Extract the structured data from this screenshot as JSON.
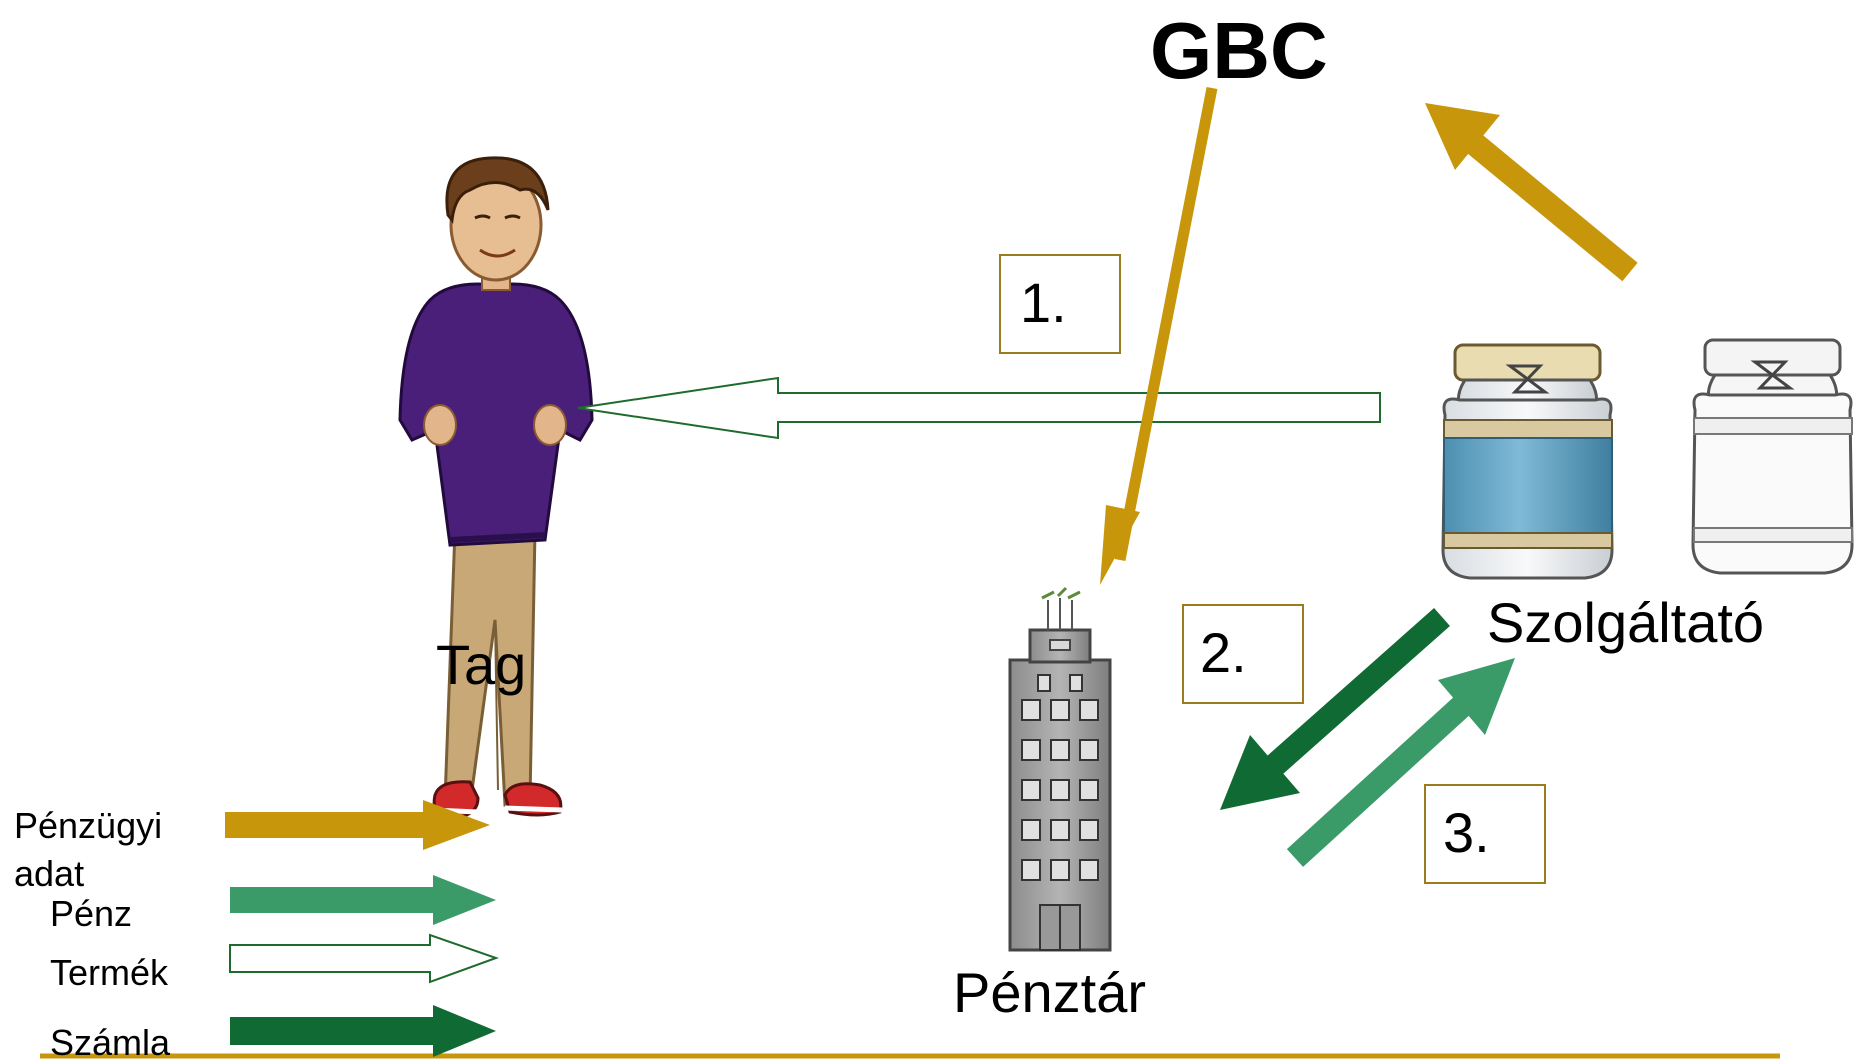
{
  "title": "GBC",
  "nodes": {
    "member": "Tag",
    "cashier": "Pénztár",
    "provider": "Szolgáltató"
  },
  "steps": [
    "1.",
    "2.",
    "3."
  ],
  "legend": [
    {
      "label": "Pénzügyi adat",
      "color": "#C8960A",
      "style": "filled"
    },
    {
      "label": "Pénz",
      "color": "#3A9A68",
      "style": "filled"
    },
    {
      "label": "Termék",
      "color": "#1E6B2E",
      "style": "outline"
    },
    {
      "label": "Számla",
      "color": "#0F6A33",
      "style": "filled"
    }
  ],
  "colors": {
    "financial_data": "#C8960A",
    "money": "#3A9A68",
    "product": "#1E6B2E",
    "invoice": "#0F6A33",
    "step_box_border": "#9C7A1E",
    "baseline": "#C8960A"
  },
  "icons": [
    "person-icon",
    "building-icon",
    "jar-icon",
    "empty-jar-icon"
  ]
}
